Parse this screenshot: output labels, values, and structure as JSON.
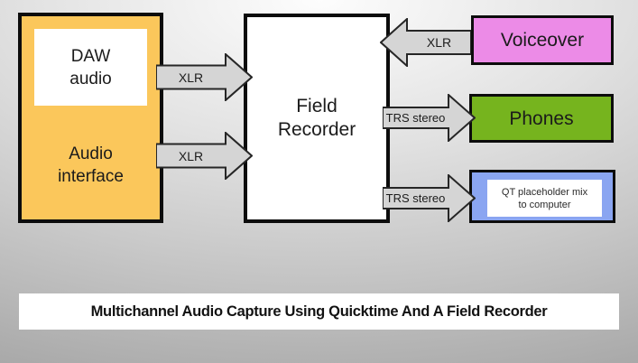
{
  "title_bar": {
    "text": "Multichannel Audio Capture Using Quicktime And A Field Recorder"
  },
  "nodes": {
    "audio_interface": {
      "label": "Audio\ninterface",
      "fill": "#fbc75b"
    },
    "daw_audio": {
      "label": "DAW\naudio",
      "fill": "#ffffff"
    },
    "field_recorder": {
      "label": "Field\nRecorder",
      "fill": "#ffffff"
    },
    "voiceover": {
      "label": "Voiceover",
      "fill": "#ec8be7"
    },
    "phones": {
      "label": "Phones",
      "fill": "#76b41e"
    },
    "qt_mix": {
      "label": "QT placeholder mix\nto computer",
      "fill": "#8aa5f1",
      "inner_fill": "#ffffff"
    }
  },
  "arrows": {
    "fill": "#d5d5d5",
    "stroke": "#262626",
    "xlr_daw_to_recorder": {
      "label": "XLR",
      "direction": "right"
    },
    "xlr_interface_to_recorder": {
      "label": "XLR",
      "direction": "right"
    },
    "xlr_voiceover_to_recorder": {
      "label": "XLR",
      "direction": "left"
    },
    "trs_recorder_to_phones": {
      "label": "TRS stereo",
      "direction": "right"
    },
    "trs_recorder_to_qt": {
      "label": "TRS stereo",
      "direction": "right"
    }
  }
}
